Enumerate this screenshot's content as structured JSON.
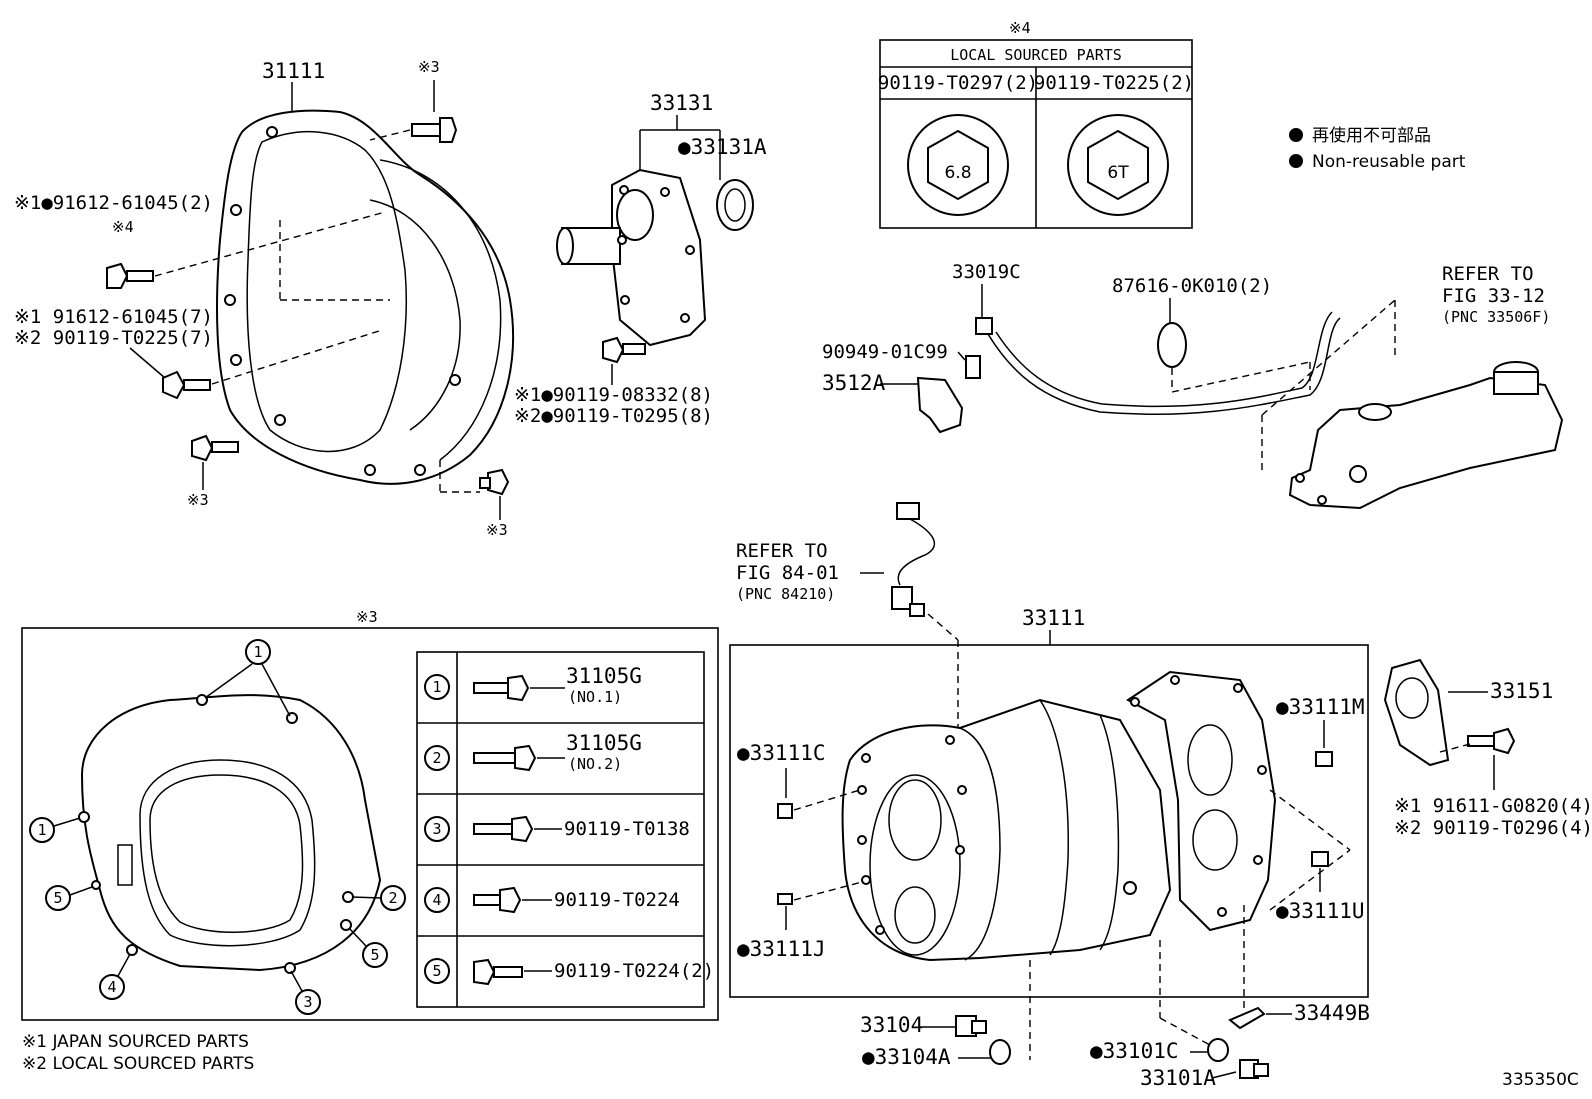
{
  "header": {
    "mark4": "※4"
  },
  "table4": {
    "title": "LOCAL SOURCED PARTS",
    "col1": "90119-T0297(2)",
    "col2": "90119-T0225(2)",
    "icon1_text": "6.8",
    "icon2_text": "6T"
  },
  "legend": {
    "jp": "再使用不可部品",
    "en": "Non-reusable part"
  },
  "labels": {
    "p31111": "31111",
    "m3_top": "※3",
    "p91612_2": "※1●91612-61045(2)",
    "m4_left": "※4",
    "p91612_7": "※1 91612-61045(7)",
    "p90119_t0225_7": "※2 90119-T0225(7)",
    "m3_leftbottom": "※3",
    "m3_bottom": "※3",
    "p33131": "33131",
    "p33131a": "●33131A",
    "p90119_08332": "※1●90119-08332(8)",
    "p90119_t0295": "※2●90119-T0295(8)",
    "p33019c": "33019C",
    "p87616": "87616-0K010(2)",
    "p90949": "90949-01C99",
    "p3512a": "3512A",
    "refer1_a": "REFER TO",
    "refer1_b": "FIG 33-12",
    "refer1_c": "(PNC 33506F)",
    "refer2_a": "REFER TO",
    "refer2_b": "FIG 84-01",
    "refer2_c": "(PNC 84210)",
    "p33111": "33111",
    "m3_box": "※3",
    "p33111c": "●33111C",
    "p33111j": "●33111J",
    "p33111m": "●33111M",
    "p33111u": "●33111U",
    "p33151": "33151",
    "p91611": "※1 91611-G0820(4)",
    "p90119_t0296": "※2 90119-T0296(4)",
    "p33104": "33104",
    "p33104a": "●33104A",
    "p33101c": "●33101C",
    "p33101a": "33101A",
    "p33449b": "33449B",
    "foot1": "※1 JAPAN SOURCED PARTS",
    "foot2": "※2 LOCAL SOURCED PARTS",
    "diagram_id": "335350C"
  },
  "bolt_table": [
    {
      "num": "1",
      "part": "31105G",
      "sub": "(NO.1)"
    },
    {
      "num": "2",
      "part": "31105G",
      "sub": "(NO.2)"
    },
    {
      "num": "3",
      "part": "90119-T0138",
      "sub": ""
    },
    {
      "num": "4",
      "part": "90119-T0224",
      "sub": ""
    },
    {
      "num": "5",
      "part": "90119-T0224(2)",
      "sub": ""
    }
  ],
  "housing_callouts": [
    "1",
    "1",
    "1",
    "2",
    "5",
    "5",
    "4",
    "3"
  ]
}
